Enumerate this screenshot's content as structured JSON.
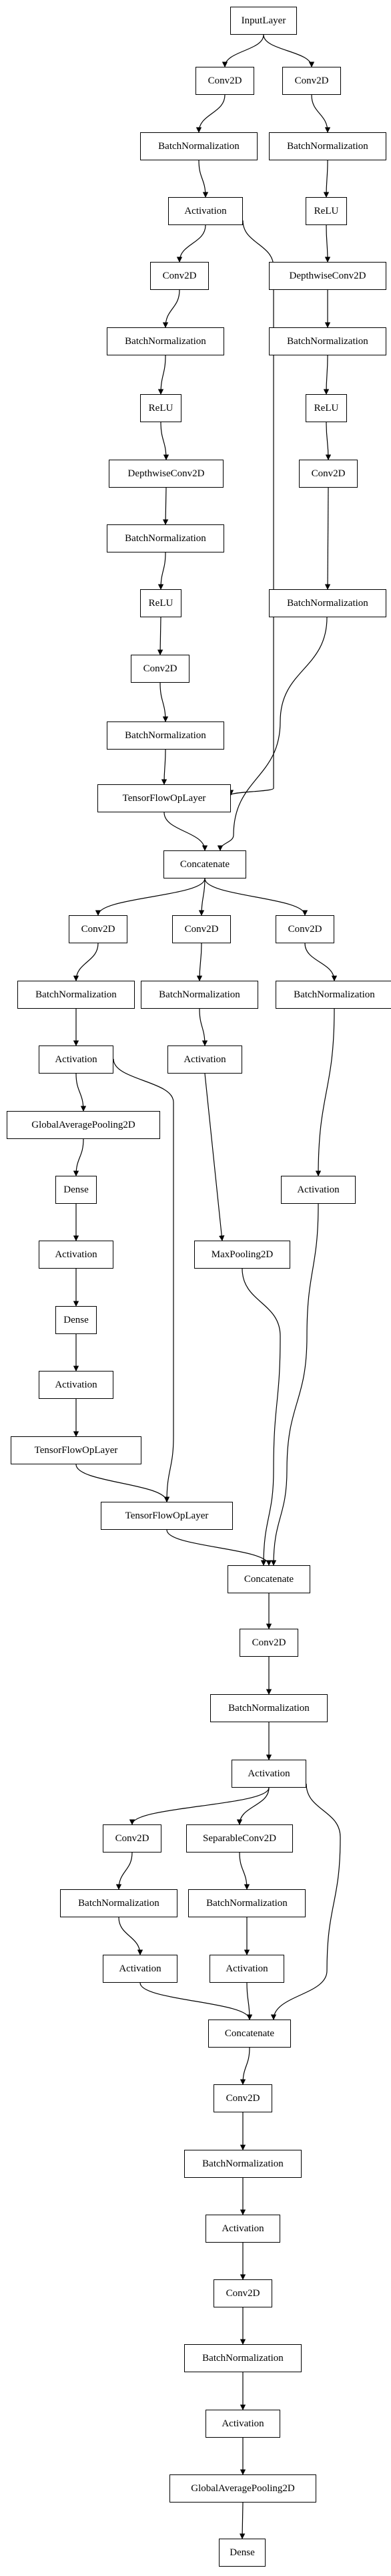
{
  "diagram": {
    "nodes": [
      {
        "id": "n1",
        "label": "InputLayer"
      },
      {
        "id": "n2",
        "label": "Conv2D"
      },
      {
        "id": "n3",
        "label": "Conv2D"
      },
      {
        "id": "n4",
        "label": "BatchNormalization"
      },
      {
        "id": "n5",
        "label": "BatchNormalization"
      },
      {
        "id": "n6",
        "label": "Activation"
      },
      {
        "id": "n7",
        "label": "ReLU"
      },
      {
        "id": "n8",
        "label": "Conv2D"
      },
      {
        "id": "n9",
        "label": "DepthwiseConv2D"
      },
      {
        "id": "n10",
        "label": "BatchNormalization"
      },
      {
        "id": "n11",
        "label": "BatchNormalization"
      },
      {
        "id": "n12",
        "label": "ReLU"
      },
      {
        "id": "n13",
        "label": "ReLU"
      },
      {
        "id": "n14",
        "label": "DepthwiseConv2D"
      },
      {
        "id": "n15",
        "label": "Conv2D"
      },
      {
        "id": "n16",
        "label": "BatchNormalization"
      },
      {
        "id": "n17",
        "label": "BatchNormalization"
      },
      {
        "id": "n18",
        "label": "ReLU"
      },
      {
        "id": "n19",
        "label": "Conv2D"
      },
      {
        "id": "n20",
        "label": "BatchNormalization"
      },
      {
        "id": "n21",
        "label": "TensorFlowOpLayer"
      },
      {
        "id": "n22",
        "label": "Concatenate"
      },
      {
        "id": "n23",
        "label": "Conv2D"
      },
      {
        "id": "n24",
        "label": "Conv2D"
      },
      {
        "id": "n25",
        "label": "Conv2D"
      },
      {
        "id": "n26",
        "label": "BatchNormalization"
      },
      {
        "id": "n27",
        "label": "BatchNormalization"
      },
      {
        "id": "n28",
        "label": "BatchNormalization"
      },
      {
        "id": "n29",
        "label": "Activation"
      },
      {
        "id": "n30",
        "label": "Activation"
      },
      {
        "id": "n31",
        "label": "GlobalAveragePooling2D"
      },
      {
        "id": "n32",
        "label": "Activation"
      },
      {
        "id": "n33",
        "label": "Dense"
      },
      {
        "id": "n34",
        "label": "MaxPooling2D"
      },
      {
        "id": "n35",
        "label": "Activation"
      },
      {
        "id": "n36",
        "label": "Dense"
      },
      {
        "id": "n37",
        "label": "Activation"
      },
      {
        "id": "n38",
        "label": "TensorFlowOpLayer"
      },
      {
        "id": "n39",
        "label": "TensorFlowOpLayer"
      },
      {
        "id": "n40",
        "label": "Concatenate"
      },
      {
        "id": "n41",
        "label": "Conv2D"
      },
      {
        "id": "n42",
        "label": "BatchNormalization"
      },
      {
        "id": "n43",
        "label": "Activation"
      },
      {
        "id": "n44",
        "label": "Conv2D"
      },
      {
        "id": "n45",
        "label": "SeparableConv2D"
      },
      {
        "id": "n46",
        "label": "BatchNormalization"
      },
      {
        "id": "n47",
        "label": "BatchNormalization"
      },
      {
        "id": "n48",
        "label": "Activation"
      },
      {
        "id": "n49",
        "label": "Activation"
      },
      {
        "id": "n50",
        "label": "Concatenate"
      },
      {
        "id": "n51",
        "label": "Conv2D"
      },
      {
        "id": "n52",
        "label": "BatchNormalization"
      },
      {
        "id": "n53",
        "label": "Activation"
      },
      {
        "id": "n54",
        "label": "Conv2D"
      },
      {
        "id": "n55",
        "label": "BatchNormalization"
      },
      {
        "id": "n56",
        "label": "Activation"
      },
      {
        "id": "n57",
        "label": "GlobalAveragePooling2D"
      },
      {
        "id": "n58",
        "label": "Dense"
      }
    ],
    "edges": [
      [
        "n1",
        "n2"
      ],
      [
        "n1",
        "n3"
      ],
      [
        "n2",
        "n4"
      ],
      [
        "n4",
        "n6"
      ],
      [
        "n6",
        "n8"
      ],
      [
        "n6",
        "n21"
      ],
      [
        "n8",
        "n10"
      ],
      [
        "n10",
        "n12"
      ],
      [
        "n12",
        "n14"
      ],
      [
        "n14",
        "n16"
      ],
      [
        "n16",
        "n18"
      ],
      [
        "n18",
        "n19"
      ],
      [
        "n19",
        "n20"
      ],
      [
        "n20",
        "n21"
      ],
      [
        "n3",
        "n5"
      ],
      [
        "n5",
        "n7"
      ],
      [
        "n7",
        "n9"
      ],
      [
        "n9",
        "n11"
      ],
      [
        "n11",
        "n13"
      ],
      [
        "n13",
        "n15"
      ],
      [
        "n15",
        "n17"
      ],
      [
        "n17",
        "n22"
      ],
      [
        "n21",
        "n22"
      ],
      [
        "n22",
        "n23"
      ],
      [
        "n22",
        "n24"
      ],
      [
        "n22",
        "n25"
      ],
      [
        "n23",
        "n26"
      ],
      [
        "n26",
        "n29"
      ],
      [
        "n29",
        "n31"
      ],
      [
        "n29",
        "n39"
      ],
      [
        "n31",
        "n33"
      ],
      [
        "n33",
        "n35"
      ],
      [
        "n35",
        "n36"
      ],
      [
        "n36",
        "n37"
      ],
      [
        "n37",
        "n38"
      ],
      [
        "n38",
        "n39"
      ],
      [
        "n24",
        "n27"
      ],
      [
        "n27",
        "n30"
      ],
      [
        "n30",
        "n34"
      ],
      [
        "n34",
        "n40"
      ],
      [
        "n25",
        "n28"
      ],
      [
        "n28",
        "n32"
      ],
      [
        "n32",
        "n40"
      ],
      [
        "n39",
        "n40"
      ],
      [
        "n40",
        "n41"
      ],
      [
        "n41",
        "n42"
      ],
      [
        "n42",
        "n43"
      ],
      [
        "n43",
        "n44"
      ],
      [
        "n43",
        "n45"
      ],
      [
        "n43",
        "n50"
      ],
      [
        "n44",
        "n46"
      ],
      [
        "n46",
        "n48"
      ],
      [
        "n48",
        "n50"
      ],
      [
        "n45",
        "n47"
      ],
      [
        "n47",
        "n49"
      ],
      [
        "n49",
        "n50"
      ],
      [
        "n50",
        "n51"
      ],
      [
        "n51",
        "n52"
      ],
      [
        "n52",
        "n53"
      ],
      [
        "n53",
        "n54"
      ],
      [
        "n54",
        "n55"
      ],
      [
        "n55",
        "n56"
      ],
      [
        "n56",
        "n57"
      ],
      [
        "n57",
        "n58"
      ]
    ]
  }
}
